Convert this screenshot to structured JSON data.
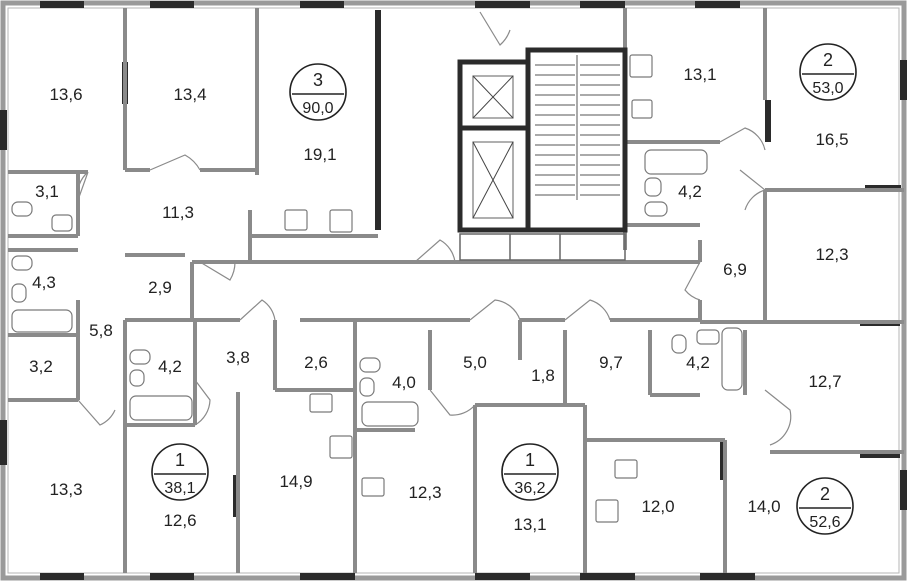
{
  "rooms": [
    {
      "id": "r1",
      "area": "13,6"
    },
    {
      "id": "r2",
      "area": "13,4"
    },
    {
      "id": "r3",
      "area": "19,1"
    },
    {
      "id": "r4",
      "area": "13,1"
    },
    {
      "id": "r5",
      "area": "16,5"
    },
    {
      "id": "r6",
      "area": "3,1"
    },
    {
      "id": "r7",
      "area": "11,3"
    },
    {
      "id": "r8",
      "area": "4,2"
    },
    {
      "id": "r9",
      "area": "12,3"
    },
    {
      "id": "r10",
      "area": "4,3"
    },
    {
      "id": "r11",
      "area": "2,9"
    },
    {
      "id": "r12",
      "area": "6,9"
    },
    {
      "id": "r13",
      "area": "5,8"
    },
    {
      "id": "r14",
      "area": "3,2"
    },
    {
      "id": "r15",
      "area": "4,2"
    },
    {
      "id": "r16",
      "area": "3,8"
    },
    {
      "id": "r17",
      "area": "2,6"
    },
    {
      "id": "r18",
      "area": "4,0"
    },
    {
      "id": "r19",
      "area": "5,0"
    },
    {
      "id": "r20",
      "area": "1,8"
    },
    {
      "id": "r21",
      "area": "9,7"
    },
    {
      "id": "r22",
      "area": "4,2"
    },
    {
      "id": "r23",
      "area": "12,7"
    },
    {
      "id": "r24",
      "area": "13,3"
    },
    {
      "id": "r25",
      "area": "14,9"
    },
    {
      "id": "r26",
      "area": "12,3"
    },
    {
      "id": "r27",
      "area": "12,0"
    },
    {
      "id": "r28",
      "area": "14,0"
    },
    {
      "id": "r29",
      "area": "12,6"
    },
    {
      "id": "r30",
      "area": "13,1"
    }
  ],
  "apartments": [
    {
      "id": "a1",
      "rooms": "3",
      "total": "90,0"
    },
    {
      "id": "a2",
      "rooms": "2",
      "total": "53,0"
    },
    {
      "id": "a3",
      "rooms": "1",
      "total": "38,1"
    },
    {
      "id": "a4",
      "rooms": "1",
      "total": "36,2"
    },
    {
      "id": "a5",
      "rooms": "2",
      "total": "52,6"
    }
  ]
}
